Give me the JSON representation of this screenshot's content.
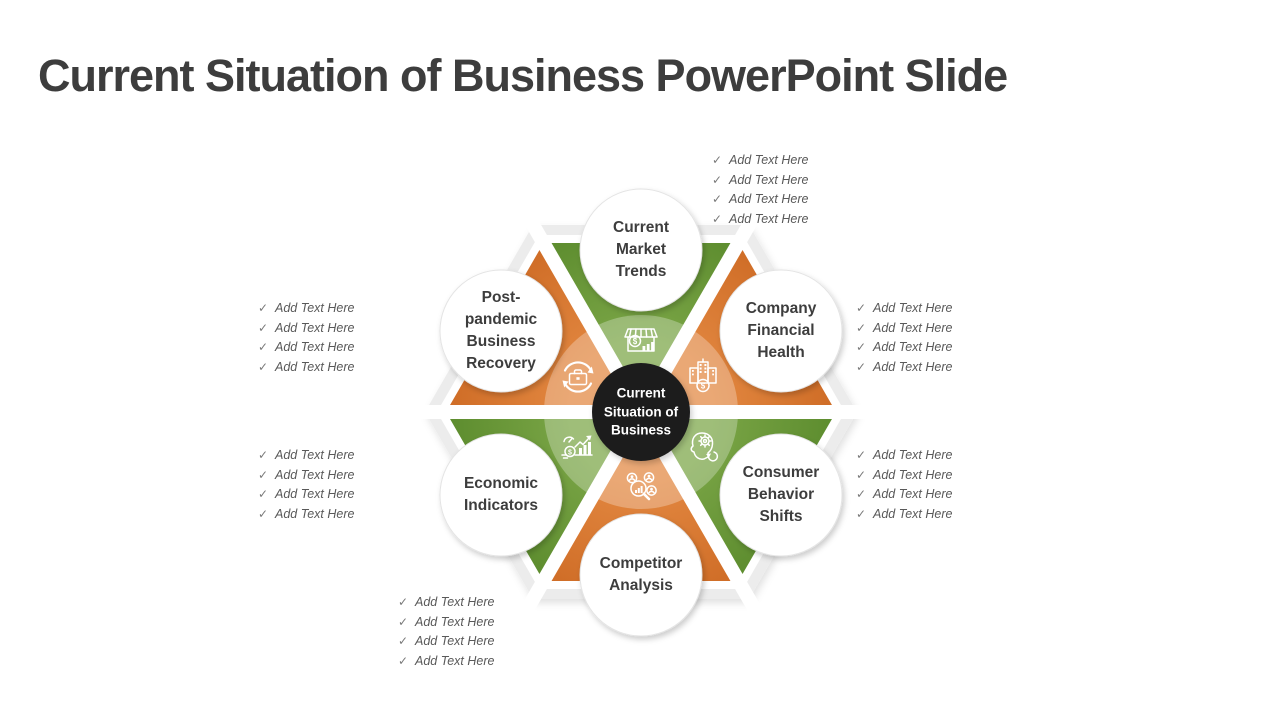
{
  "title": "Current Situation of Business PowerPoint Slide",
  "center": {
    "lines": [
      "Current",
      "Situation of",
      "Business"
    ]
  },
  "segments": [
    {
      "id": "market-trends",
      "label": "Current Market Trends",
      "label_lines": [
        "Current",
        "Market",
        "Trends"
      ],
      "color": "green",
      "icon": "storefront-icon"
    },
    {
      "id": "financial-health",
      "label": "Company Financial Health",
      "label_lines": [
        "Company",
        "Financial",
        "Health"
      ],
      "color": "orange",
      "icon": "office-buildings-icon"
    },
    {
      "id": "consumer-behavior",
      "label": "Consumer Behavior Shifts",
      "label_lines": [
        "Consumer",
        "Behavior",
        "Shifts"
      ],
      "color": "green",
      "icon": "head-gear-icon"
    },
    {
      "id": "competitor-analysis",
      "label": "Competitor Analysis",
      "label_lines": [
        "Competitor",
        "Analysis"
      ],
      "color": "orange",
      "icon": "magnifier-people-icon"
    },
    {
      "id": "economic-indicators",
      "label": "Economic Indicators",
      "label_lines": [
        "Economic",
        "Indicators"
      ],
      "color": "green",
      "icon": "chart-growth-icon"
    },
    {
      "id": "post-pandemic",
      "label": "Post-pandemic Business Recovery",
      "label_lines": [
        "Post-",
        "pandemic",
        "Business",
        "Recovery"
      ],
      "color": "orange",
      "icon": "briefcase-refresh-icon"
    }
  ],
  "bullet": {
    "check": "✓",
    "label": "Add Text Here",
    "items_per_list": 4
  },
  "colors": {
    "green_light": "#7aa546",
    "green_dark": "#5a8a2c",
    "orange_light": "#e28740",
    "orange_dark": "#cd6a24",
    "hex_gray": "#ececec",
    "center_black": "#1e1e1e",
    "title_text": "#3d3d3d",
    "label_text": "#3d3d3d",
    "bullet_text": "#595959",
    "check_gray": "#7a7a7a"
  }
}
